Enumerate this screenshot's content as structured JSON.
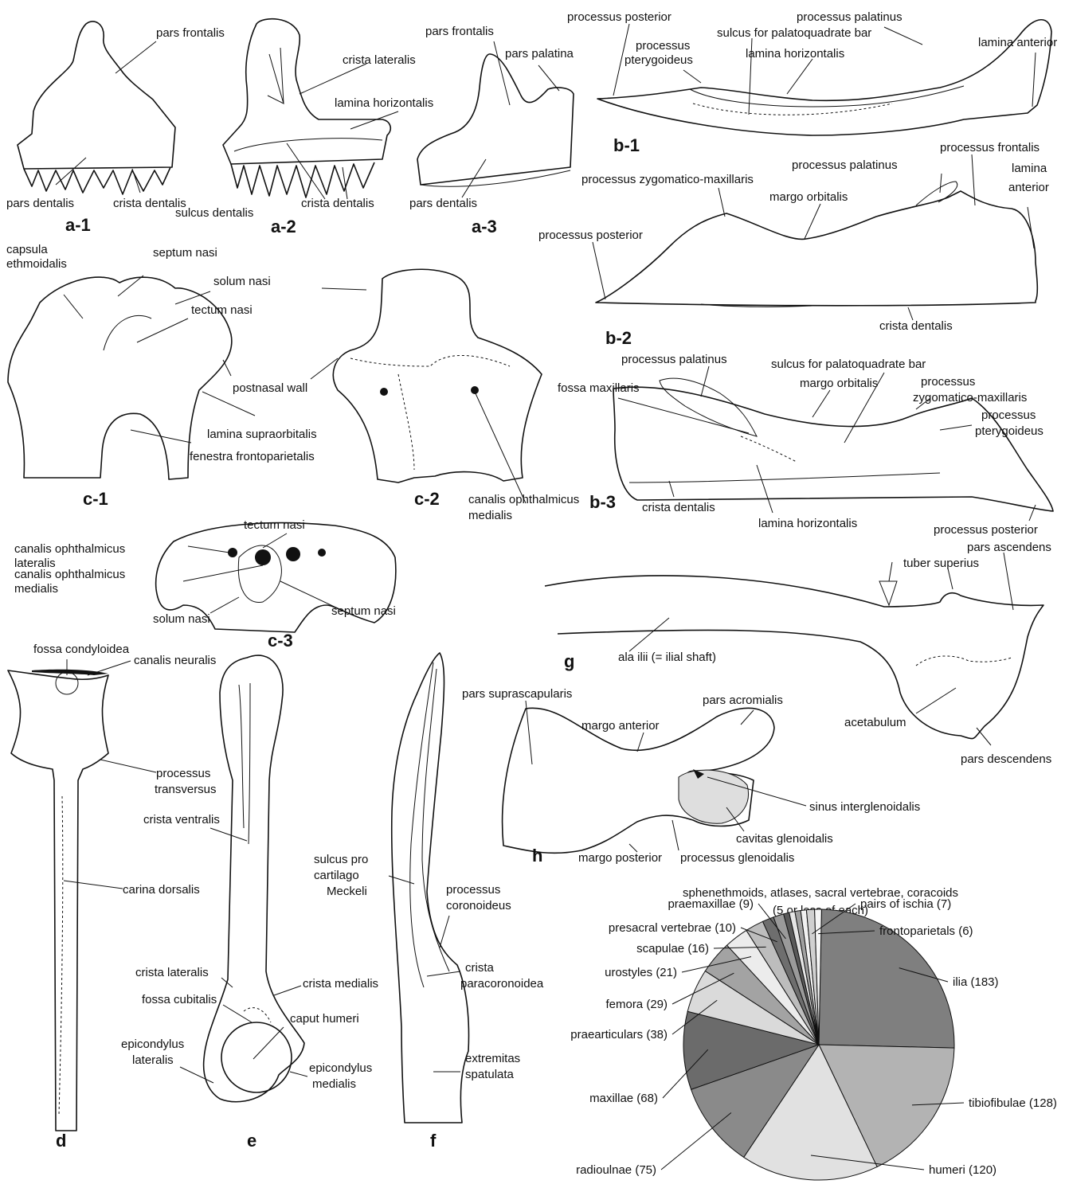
{
  "panels": {
    "a1": {
      "id": "a-1",
      "labels": {
        "pars_frontalis": "pars frontalis",
        "pars_dentalis": "pars dentalis",
        "crista_dentalis": "crista dentalis"
      }
    },
    "a2": {
      "id": "a-2",
      "labels": {
        "crista_lateralis": "crista lateralis",
        "lamina_horizontalis": "lamina horizontalis",
        "crista_dentalis": "crista dentalis",
        "sulcus_dentalis": "sulcus dentalis"
      }
    },
    "a3": {
      "id": "a-3",
      "labels": {
        "pars_frontalis": "pars frontalis",
        "pars_palatina": "pars palatina",
        "pars_dentalis": "pars dentalis"
      }
    },
    "b1": {
      "id": "b-1",
      "labels": {
        "processus_posterior": "processus posterior",
        "processus_pterygoideus_1": "processus",
        "processus_pterygoideus_2": "pterygoideus",
        "sulcus": "sulcus for palatoquadrate bar",
        "processus_palatinus": "processus palatinus",
        "lamina_horizontalis": "lamina horizontalis",
        "lamina_anterior": "lamina anterior"
      }
    },
    "b2": {
      "id": "b-2",
      "labels": {
        "processus_zygomatico": "processus zygomatico-maxillaris",
        "processus_palatinus": "processus palatinus",
        "processus_frontalis": "processus frontalis",
        "margo_orbitalis": "margo orbitalis",
        "lamina_anterior_1": "lamina",
        "lamina_anterior_2": "anterior",
        "processus_posterior": "processus posterior",
        "crista_dentalis": "crista dentalis"
      }
    },
    "b3": {
      "id": "b-3",
      "labels": {
        "processus_palatinus": "processus palatinus",
        "sulcus": "sulcus for palatoquadrate bar",
        "fossa_maxillaris": "fossa maxillaris",
        "margo_orbitalis": "margo orbitalis",
        "processus_zygo_1": "processus",
        "processus_zygo_2": "zygomatico-maxillaris",
        "processus_ptery_1": "processus",
        "processus_ptery_2": "pterygoideus",
        "crista_dentalis": "crista dentalis",
        "lamina_horizontalis": "lamina horizontalis",
        "processus_posterior": "processus posterior"
      }
    },
    "c1": {
      "id": "c-1",
      "labels": {
        "capsula_1": "capsula",
        "capsula_2": "ethmoidalis",
        "septum_nasi": "septum nasi",
        "solum_nasi": "solum nasi",
        "tectum_nasi": "tectum nasi",
        "postnasal_wall": "postnasal wall",
        "lamina_supraorbitalis": "lamina supraorbitalis",
        "fenestra": "fenestra frontoparietalis"
      }
    },
    "c2": {
      "id": "c-2",
      "labels": {
        "canalis_1": "canalis ophthalmicus",
        "canalis_2": "medialis"
      }
    },
    "c3": {
      "id": "c-3",
      "labels": {
        "tectum_nasi": "tectum nasi",
        "canalis_lat_1": "canalis ophthalmicus",
        "canalis_lat_2": "lateralis",
        "canalis_med_1": "canalis ophthalmicus",
        "canalis_med_2": "medialis",
        "solum_nasi": "solum nasi",
        "septum_nasi": "septum nasi"
      }
    },
    "d": {
      "id": "d",
      "labels": {
        "fossa_condyloidea": "fossa condyloidea",
        "canalis_neuralis": "canalis neuralis",
        "processus_1": "processus",
        "processus_2": "transversus",
        "carina_dorsalis": "carina dorsalis"
      }
    },
    "e": {
      "id": "e",
      "labels": {
        "crista_ventralis": "crista ventralis",
        "crista_lateralis": "crista lateralis",
        "crista_medialis": "crista medialis",
        "fossa_cubitalis": "fossa cubitalis",
        "caput_humeri": "caput humeri",
        "epi_lat_1": "epicondylus",
        "epi_lat_2": "lateralis",
        "epi_med_1": "epicondylus",
        "epi_med_2": "medialis"
      }
    },
    "f": {
      "id": "f",
      "labels": {
        "sulcus_1": "sulcus pro",
        "sulcus_2": "cartilago",
        "sulcus_3": "Meckeli",
        "coronoideus_1": "processus",
        "coronoideus_2": "coronoideus",
        "paracoronoidea_1": "crista",
        "paracoronoidea_2": "paracoronoidea",
        "extremitas_1": "extremitas",
        "extremitas_2": "spatulata"
      }
    },
    "g": {
      "id": "g",
      "labels": {
        "pars_ascendens": "pars ascendens",
        "tuber_superius": "tuber superius",
        "ala_ilii": "ala ilii (= ilial shaft)",
        "acetabulum": "acetabulum",
        "pars_descendens": "pars descendens"
      }
    },
    "h": {
      "id": "h",
      "labels": {
        "pars_suprascapularis": "pars suprascapularis",
        "pars_acromialis": "pars acromialis",
        "margo_anterior": "margo anterior",
        "sinus": "sinus interglenoidalis",
        "cavitas": "cavitas glenoidalis",
        "margo_posterior": "margo posterior",
        "processus_glenoidalis": "processus glenoidalis"
      }
    }
  },
  "pie": {
    "note_line1": "sphenethmoids, atlases, sacral vertebrae, coracoids",
    "note_line2": "(5 or less of each)"
  },
  "chart_data": {
    "type": "pie",
    "slices": [
      {
        "label": "ilia (183)",
        "value": 183,
        "color": "#7f7f7f"
      },
      {
        "label": "tibiofibulae (128)",
        "value": 128,
        "color": "#b3b3b3"
      },
      {
        "label": "humeri (120)",
        "value": 120,
        "color": "#e1e1e1"
      },
      {
        "label": "radioulnae (75)",
        "value": 75,
        "color": "#8a8a8a"
      },
      {
        "label": "maxillae (68)",
        "value": 68,
        "color": "#6b6b6b"
      },
      {
        "label": "praearticulars (38)",
        "value": 38,
        "color": "#dadada"
      },
      {
        "label": "femora (29)",
        "value": 29,
        "color": "#a3a3a3"
      },
      {
        "label": "urostyles (21)",
        "value": 21,
        "color": "#ececec"
      },
      {
        "label": "scapulae (16)",
        "value": 16,
        "color": "#bdbdbd"
      },
      {
        "label": "presacral vertebrae (10)",
        "value": 10,
        "color": "#6e6e6e"
      },
      {
        "label": "praemaxillae (9)",
        "value": 9,
        "color": "#9a9a9a"
      },
      {
        "label": "sphenethmoids",
        "value": 5,
        "color": "#5a5a5a"
      },
      {
        "label": "atlases",
        "value": 5,
        "color": "#e6e6e6"
      },
      {
        "label": "sacral vertebrae",
        "value": 5,
        "color": "#a0a0a0"
      },
      {
        "label": "coracoids",
        "value": 5,
        "color": "#f2f2f2"
      },
      {
        "label": "pairs of ischia (7)",
        "value": 7,
        "color": "#d0d0d0"
      },
      {
        "label": "frontoparietals (6)",
        "value": 6,
        "color": "#f5f5f5"
      }
    ]
  }
}
